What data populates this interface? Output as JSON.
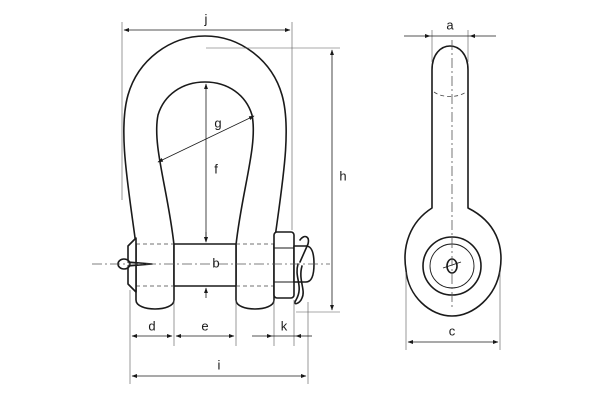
{
  "dimensions": {
    "a": "a",
    "b": "b",
    "c": "c",
    "d": "d",
    "e": "e",
    "f": "f",
    "g": "g",
    "h": "h",
    "i": "i",
    "j": "j",
    "k": "k"
  }
}
